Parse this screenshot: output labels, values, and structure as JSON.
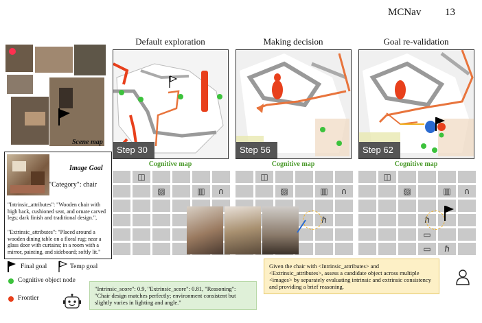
{
  "header": {
    "title": "MCNav",
    "page": "13"
  },
  "columns": [
    {
      "title": "Default exploration",
      "step": "Step 30"
    },
    {
      "title": "Making decision",
      "step": "Step 56"
    },
    {
      "title": "Goal re-validation",
      "step": "Step 62"
    }
  ],
  "cognitive_map_label": "Cognitive map",
  "scene_map_label": "Scene map",
  "image_goal": {
    "title": "Image Goal",
    "category": "\"Category\": chair",
    "intrinsic": "\"Intrinsic_attributes\": \"Wooden chair with high back, cushioned seat, and ornate carved legs; dark finish and traditional design.\",",
    "extrinsic": "\"Extrinsic_attributes\": \"Placed around a wooden dining table on a floral rug; near a glass door with curtains; in a room with a mirror, painting, and sideboard; softly lit.\""
  },
  "legend": {
    "final_goal": "Final goal",
    "temp_goal": "Temp goal",
    "cognitive_node": "Cognitive object node",
    "frontier": "Frontier"
  },
  "prompt_text": "Given the chair with <Intrinsic_attributes> and <Extrinsic_attributes>, assess a candidate object across multiple <images> by separately evaluating intrinsic and extrinsic consistency and providing a brief reasoning.",
  "response_text": "\"Intrinsic_score\": 0.9, \"Extrinsic_score\": 0.81, \"Reasoning\": \"Chair design matches perfectly; environment consistent but slightly varies in lighting and angle.\"",
  "colors": {
    "frontier": "#e8401c",
    "node": "#3cc23c",
    "path": "#e8743c",
    "bubble_orange": "#fdf0c6",
    "bubble_green": "#dff0d8"
  },
  "icons": [
    "door-icon",
    "picture-icon",
    "cabinet-icon",
    "curtain-icon",
    "chair-icon",
    "sofa-icon",
    "flag-icon",
    "robot-icon",
    "user-icon"
  ]
}
